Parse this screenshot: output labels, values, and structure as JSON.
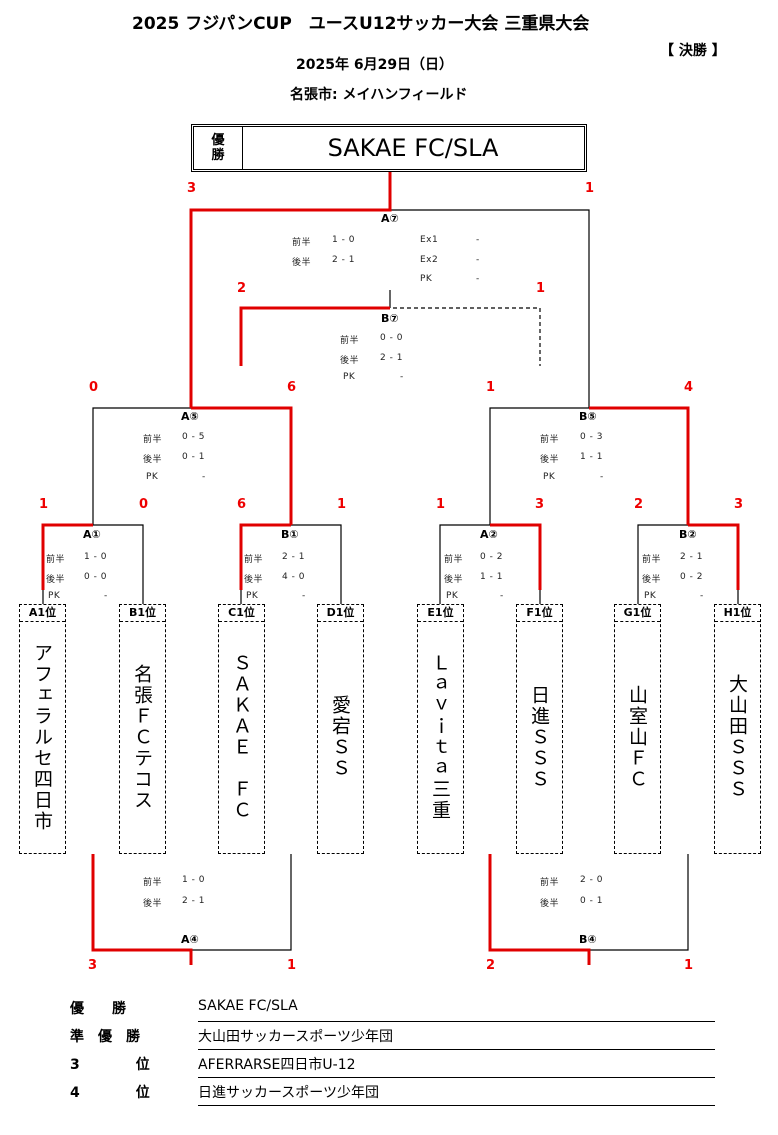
{
  "header": {
    "title": "2025 フジパンCUP　ユースU12サッカー大会 三重県大会",
    "badge": "【 決勝 】",
    "date": "2025年 6月29日（日）",
    "venue": "名張市: メイハンフィールド"
  },
  "winner": {
    "label_top": "優",
    "label_bottom": "勝",
    "name": "SAKAE FC/SLA"
  },
  "colors": {
    "winner_path": "#e00000",
    "line": "#000000"
  },
  "teams": [
    {
      "seed": "A1位",
      "name": "アフェラルセ四日市"
    },
    {
      "seed": "B1位",
      "name": "名張ＦＣテコス"
    },
    {
      "seed": "C1位",
      "name": "ＳＡＫＡＥ　ＦＣ"
    },
    {
      "seed": "D1位",
      "name": "愛宕ＳＳ"
    },
    {
      "seed": "E1位",
      "name": "Ｌａｖｉｔａ三重"
    },
    {
      "seed": "F1位",
      "name": "日進ＳＳＳ"
    },
    {
      "seed": "G1位",
      "name": "山室山ＦＣ"
    },
    {
      "seed": "H1位",
      "name": "大山田ＳＳＳ"
    }
  ],
  "matches": {
    "a1": {
      "label": "A①",
      "left": "1",
      "right": "0",
      "rows": [
        [
          "前半",
          "1 - 0"
        ],
        [
          "後半",
          "0 - 0"
        ],
        [
          "PK",
          "-"
        ]
      ]
    },
    "b1": {
      "label": "B①",
      "left": "6",
      "right": "1",
      "rows": [
        [
          "前半",
          "2 - 1"
        ],
        [
          "後半",
          "4 - 0"
        ],
        [
          "PK",
          "-"
        ]
      ]
    },
    "a2": {
      "label": "A②",
      "left": "1",
      "right": "3",
      "rows": [
        [
          "前半",
          "0 - 2"
        ],
        [
          "後半",
          "1 - 1"
        ],
        [
          "PK",
          "-"
        ]
      ]
    },
    "b2": {
      "label": "B②",
      "left": "2",
      "right": "3",
      "rows": [
        [
          "前半",
          "2 - 1"
        ],
        [
          "後半",
          "0 - 2"
        ],
        [
          "PK",
          "-"
        ]
      ]
    },
    "a5": {
      "label": "A⑤",
      "left": "0",
      "right": "6",
      "rows": [
        [
          "前半",
          "0 - 5"
        ],
        [
          "後半",
          "0 - 1"
        ],
        [
          "PK",
          "-"
        ]
      ]
    },
    "b5": {
      "label": "B⑤",
      "left": "1",
      "right": "4",
      "rows": [
        [
          "前半",
          "0 - 3"
        ],
        [
          "後半",
          "1 - 1"
        ],
        [
          "PK",
          "-"
        ]
      ]
    },
    "a7": {
      "label": "A⑦",
      "left": "3",
      "right": "1",
      "rows": [
        [
          "前半",
          "1 - 0"
        ],
        [
          "後半",
          "2 - 1"
        ]
      ],
      "extra": [
        [
          "Ex1",
          "-"
        ],
        [
          "Ex2",
          "-"
        ],
        [
          "PK",
          "-"
        ]
      ]
    },
    "b7": {
      "label": "B⑦",
      "left": "2",
      "right": "1",
      "rows": [
        [
          "前半",
          "0 - 0"
        ],
        [
          "後半",
          "2 - 1"
        ],
        [
          "PK",
          "-"
        ]
      ]
    },
    "a4": {
      "label": "A④",
      "left": "3",
      "right": "1",
      "rows": [
        [
          "前半",
          "1 - 0"
        ],
        [
          "後半",
          "2 - 1"
        ]
      ]
    },
    "b4": {
      "label": "B④",
      "left": "2",
      "right": "1",
      "rows": [
        [
          "前半",
          "2 - 0"
        ],
        [
          "後半",
          "0 - 1"
        ]
      ]
    }
  },
  "results": [
    {
      "rank": "優　　勝",
      "name": "SAKAE FC/SLA"
    },
    {
      "rank": "準　優　勝",
      "name": "大山田サッカースポーツ少年団"
    },
    {
      "rank": "3　　　　位",
      "name": "AFERRARSE四日市U-12"
    },
    {
      "rank": "4　　　　位",
      "name": "日進サッカースポーツ少年団"
    }
  ]
}
